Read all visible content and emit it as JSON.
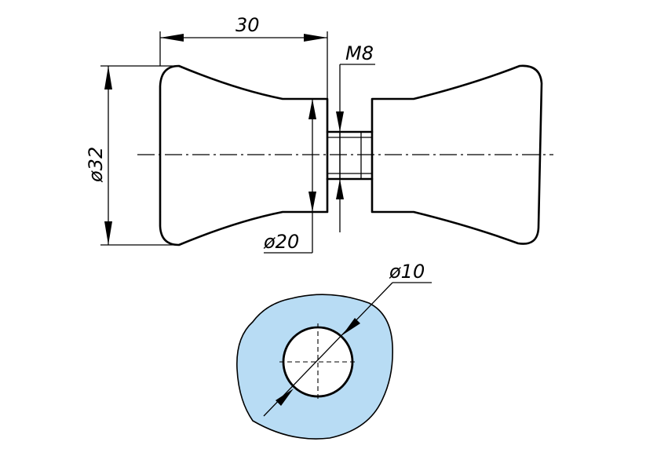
{
  "dimensions": {
    "length": "30",
    "thread": "M8",
    "outer_diameter": "ø32",
    "neck_diameter": "ø20",
    "hole_diameter": "ø10"
  },
  "colors": {
    "section_fill": "#b8dcf4",
    "line": "#000000"
  }
}
